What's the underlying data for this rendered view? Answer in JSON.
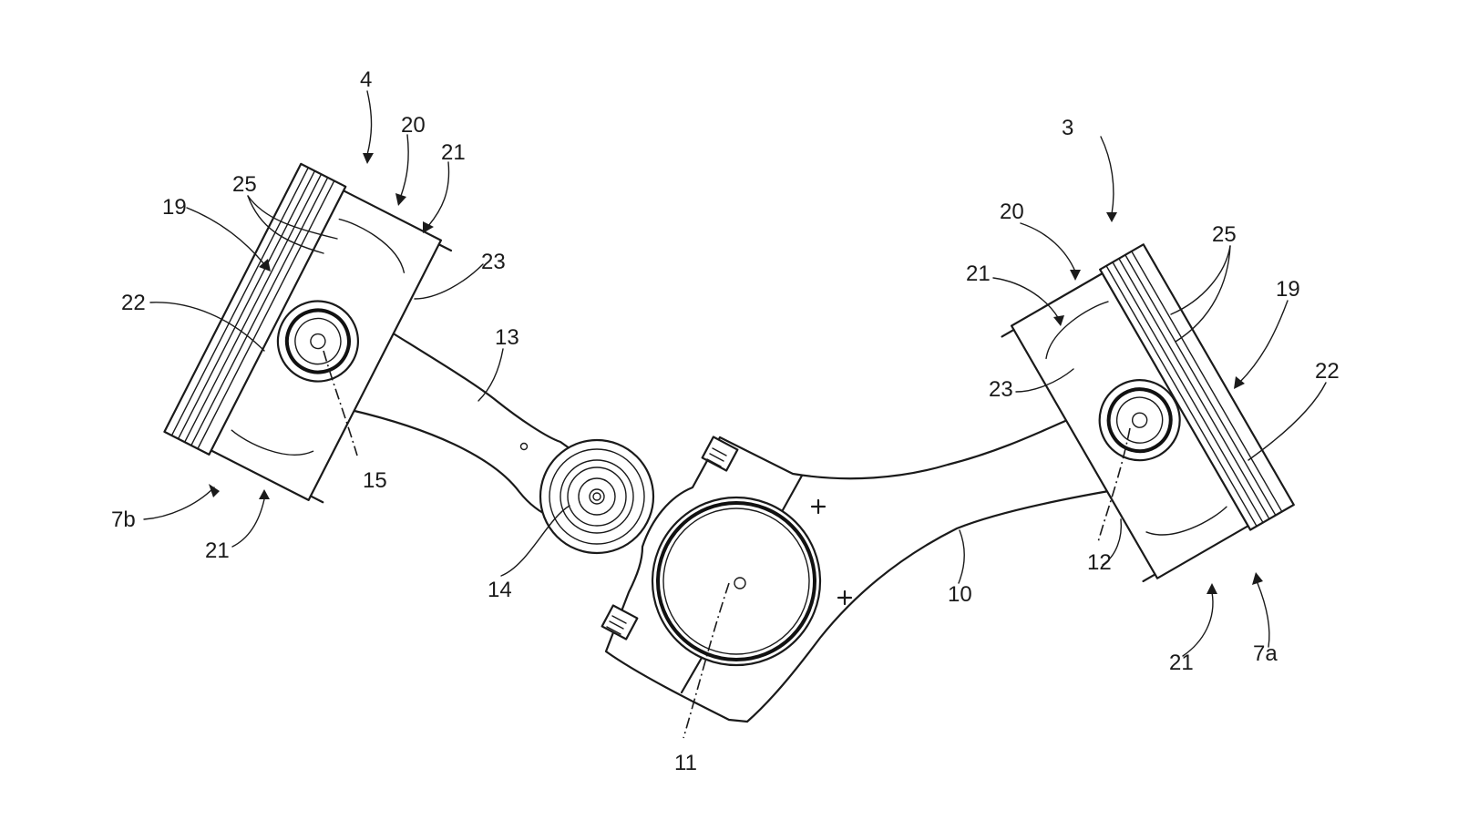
{
  "labels": {
    "l4": "4",
    "l20_left": "20",
    "l21_left_top": "21",
    "l25_left": "25",
    "l19_left": "19",
    "l22_left": "22",
    "l23_left": "23",
    "l13": "13",
    "l15": "15",
    "l7b": "7b",
    "l21_left_bottom": "21",
    "l14": "14",
    "l11": "11",
    "l10": "10",
    "l3": "3",
    "l20_right": "20",
    "l21_right_top": "21",
    "l25_right": "25",
    "l19_right": "19",
    "l22_right": "22",
    "l23_right": "23",
    "l12": "12",
    "l21_right_bottom": "21",
    "l7a": "7a"
  }
}
